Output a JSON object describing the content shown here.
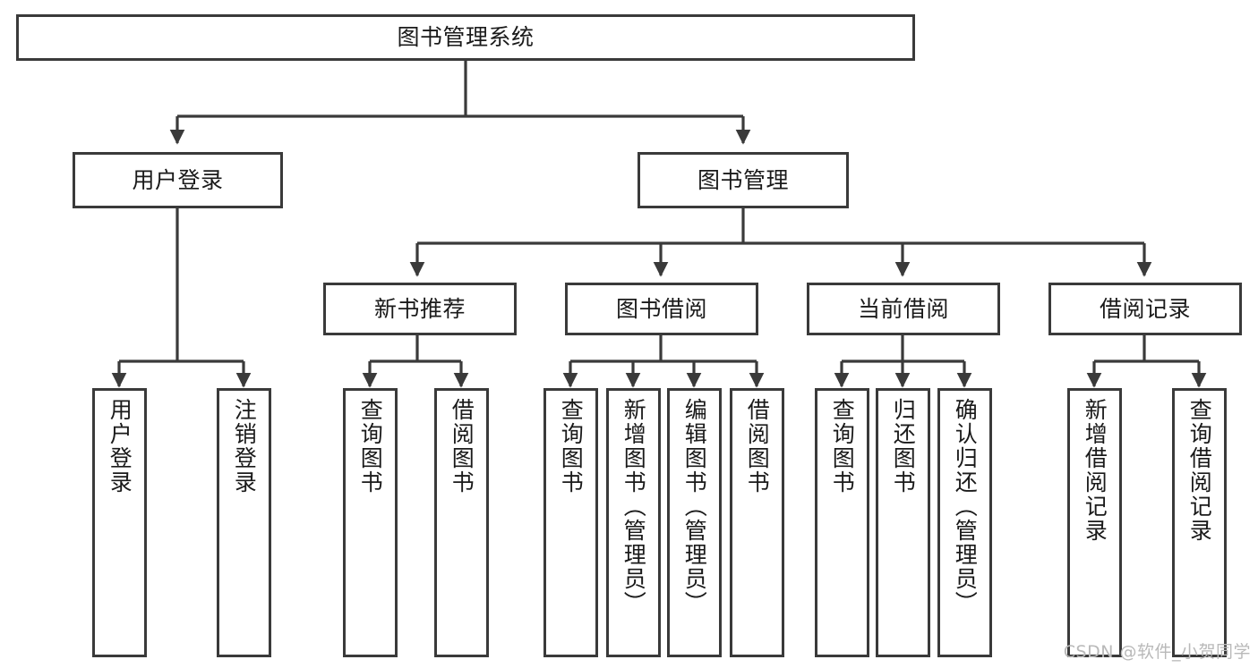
{
  "diagram": {
    "title": "图书管理系统",
    "type": "tree",
    "colors": {
      "node_border": "#3a3a3a",
      "node_fill": "#ffffff",
      "edge": "#3a3a3a",
      "text": "#1a1a1a",
      "watermark": "#b9b9b9",
      "background": "#ffffff"
    },
    "watermark": "CSDN @软件_小贺同学",
    "nodes": {
      "root": {
        "label": "图书管理系统",
        "level": 0,
        "orientation": "horizontal"
      },
      "l1": [
        {
          "id": "user-login",
          "label": "用户登录",
          "level": 1,
          "orientation": "horizontal"
        },
        {
          "id": "book-manage",
          "label": "图书管理",
          "level": 1,
          "orientation": "horizontal"
        }
      ],
      "l2": [
        {
          "id": "new-book-recommend",
          "label": "新书推荐",
          "level": 2,
          "orientation": "horizontal",
          "parent": "book-manage"
        },
        {
          "id": "book-borrow",
          "label": "图书借阅",
          "level": 2,
          "orientation": "horizontal",
          "parent": "book-manage"
        },
        {
          "id": "current-borrow",
          "label": "当前借阅",
          "level": 2,
          "orientation": "horizontal",
          "parent": "book-manage"
        },
        {
          "id": "borrow-record",
          "label": "借阅记录",
          "level": 2,
          "orientation": "horizontal",
          "parent": "book-manage"
        }
      ],
      "leaves": [
        {
          "id": "leaf-user-login",
          "label": "用户登录",
          "parent": "user-login",
          "orientation": "vertical"
        },
        {
          "id": "leaf-user-logout",
          "label": "注销登录",
          "parent": "user-login",
          "orientation": "vertical"
        },
        {
          "id": "leaf-query-book-1",
          "label": "查询图书",
          "parent": "new-book-recommend",
          "orientation": "vertical"
        },
        {
          "id": "leaf-borrow-book-1",
          "label": "借阅图书",
          "parent": "new-book-recommend",
          "orientation": "vertical"
        },
        {
          "id": "leaf-query-book-2",
          "label": "查询图书",
          "parent": "book-borrow",
          "orientation": "vertical"
        },
        {
          "id": "leaf-add-book",
          "label": "新增图书（管理员）",
          "parent": "book-borrow",
          "orientation": "vertical"
        },
        {
          "id": "leaf-edit-book",
          "label": "编辑图书（管理员）",
          "parent": "book-borrow",
          "orientation": "vertical"
        },
        {
          "id": "leaf-borrow-book-2",
          "label": "借阅图书",
          "parent": "book-borrow",
          "orientation": "vertical"
        },
        {
          "id": "leaf-query-book-3",
          "label": "查询图书",
          "parent": "current-borrow",
          "orientation": "vertical"
        },
        {
          "id": "leaf-return-book",
          "label": "归还图书",
          "parent": "current-borrow",
          "orientation": "vertical"
        },
        {
          "id": "leaf-confirm-return",
          "label": "确认归还（管理员）",
          "parent": "current-borrow",
          "orientation": "vertical"
        },
        {
          "id": "leaf-add-record",
          "label": "新增借阅记录",
          "parent": "borrow-record",
          "orientation": "vertical"
        },
        {
          "id": "leaf-query-record",
          "label": "查询借阅记录",
          "parent": "borrow-record",
          "orientation": "vertical"
        }
      ]
    }
  }
}
